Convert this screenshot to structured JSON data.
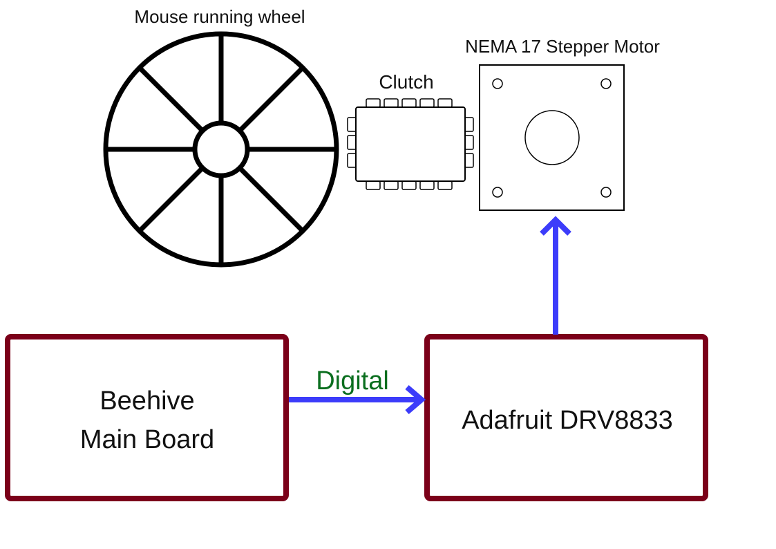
{
  "labels": {
    "wheel": "Mouse running wheel",
    "clutch": "Clutch",
    "motor": "NEMA 17 Stepper Motor",
    "main_board_line1": "Beehive",
    "main_board_line2": "Main Board",
    "driver": "Adafruit DRV8833",
    "signal": "Digital"
  },
  "colors": {
    "box_border": "#7b0019",
    "arrow": "#3c3cfa",
    "signal_text": "#0a6e1e",
    "outline": "#000000"
  }
}
